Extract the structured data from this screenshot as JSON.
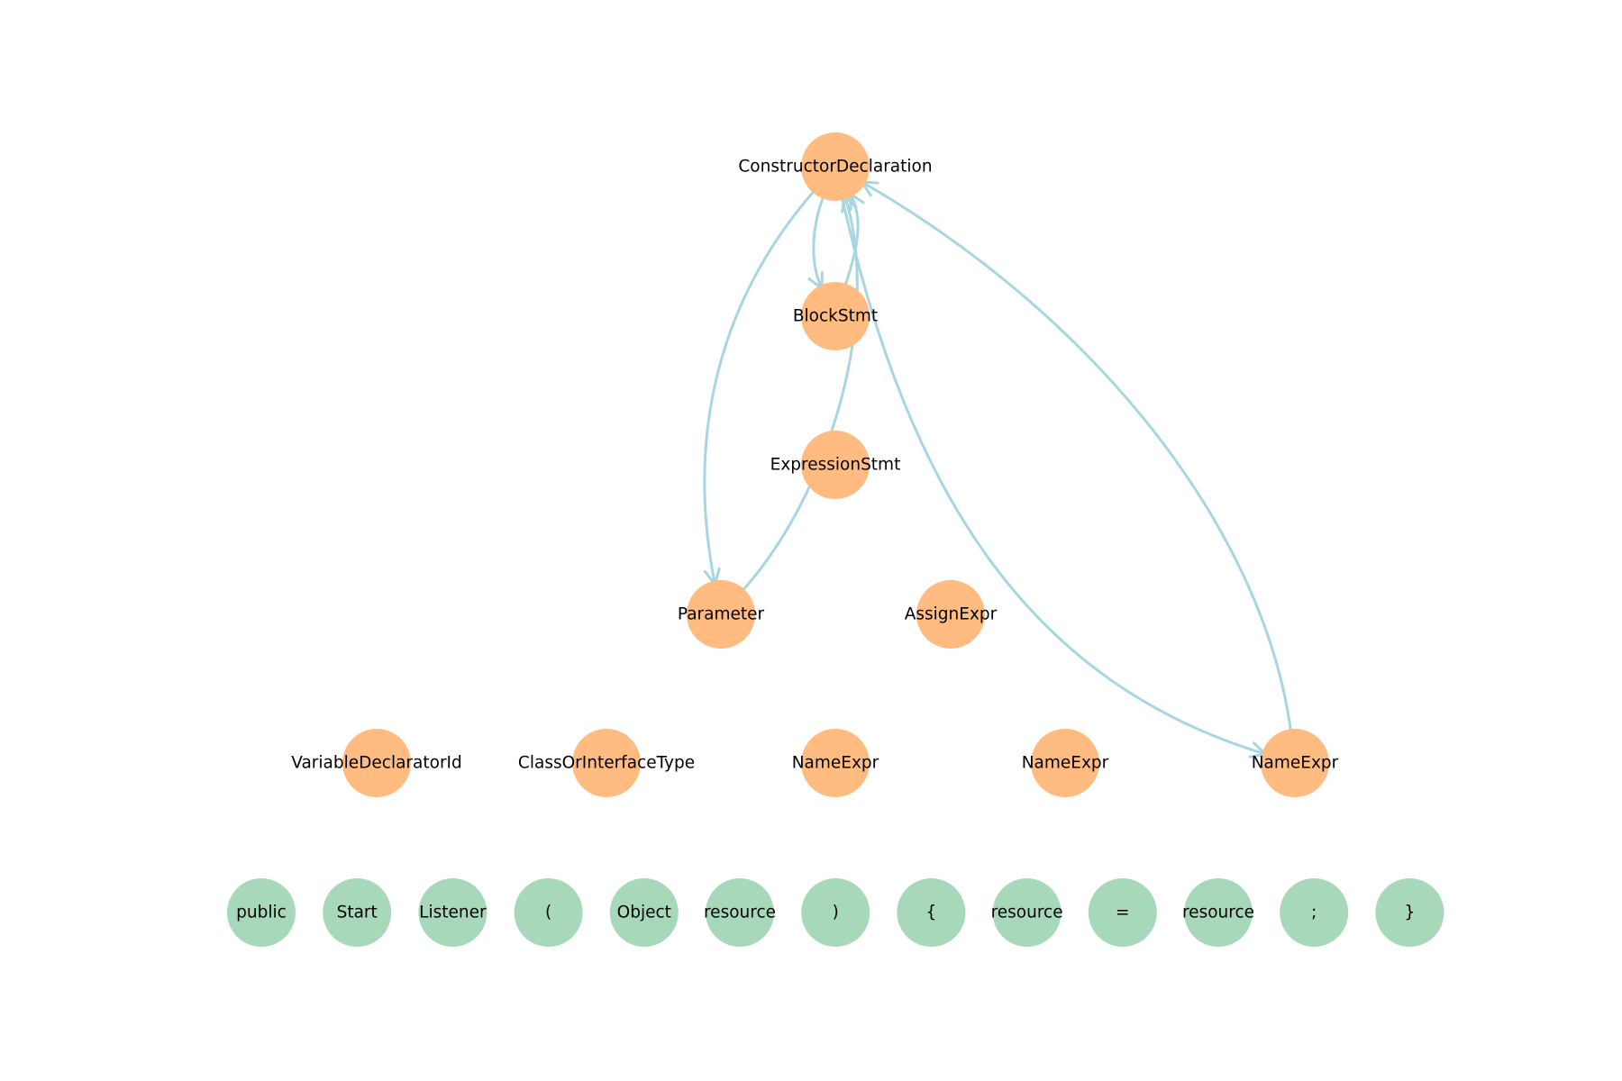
{
  "colors": {
    "ast_node": "#ffbb80",
    "token_node": "#a8d8ba",
    "edge": "#a8d6e0",
    "background": "#ffffff"
  },
  "ast_nodes": [
    {
      "id": "n0",
      "label": "ConstructorDeclaration"
    },
    {
      "id": "n1",
      "label": "BlockStmt"
    },
    {
      "id": "n2",
      "label": "ExpressionStmt"
    },
    {
      "id": "n3",
      "label": "Parameter"
    },
    {
      "id": "n4",
      "label": "AssignExpr"
    },
    {
      "id": "n5",
      "label": "VariableDeclaratorId"
    },
    {
      "id": "n6",
      "label": "ClassOrInterfaceType"
    },
    {
      "id": "n7",
      "label": "NameExpr"
    },
    {
      "id": "n8",
      "label": "NameExpr"
    },
    {
      "id": "n9",
      "label": "NameExpr"
    }
  ],
  "tokens": [
    {
      "id": "t0",
      "label": "public"
    },
    {
      "id": "t1",
      "label": "Start"
    },
    {
      "id": "t2",
      "label": "Listener"
    },
    {
      "id": "t3",
      "label": "("
    },
    {
      "id": "t4",
      "label": "Object"
    },
    {
      "id": "t5",
      "label": "resource"
    },
    {
      "id": "t6",
      "label": ")"
    },
    {
      "id": "t7",
      "label": "{"
    },
    {
      "id": "t8",
      "label": "resource"
    },
    {
      "id": "t9",
      "label": "="
    },
    {
      "id": "t10",
      "label": "resource"
    },
    {
      "id": "t11",
      "label": ";"
    },
    {
      "id": "t12",
      "label": "}"
    }
  ],
  "edges": [
    {
      "from": "n0",
      "to": "n1"
    },
    {
      "from": "n1",
      "to": "n0"
    },
    {
      "from": "n0",
      "to": "n3"
    },
    {
      "from": "n3",
      "to": "n0"
    },
    {
      "from": "n0",
      "to": "n9"
    },
    {
      "from": "n9",
      "to": "n0"
    }
  ]
}
